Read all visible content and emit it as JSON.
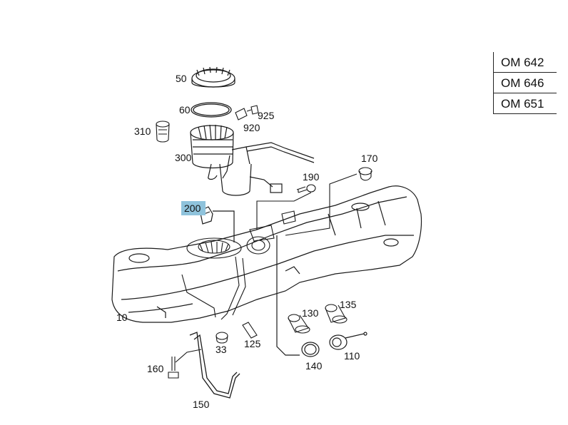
{
  "engine_options": [
    {
      "code": "OM 642"
    },
    {
      "code": "OM 646"
    },
    {
      "code": "OM 651"
    }
  ],
  "parts": [
    {
      "id": "p50",
      "number": "50"
    },
    {
      "id": "p60",
      "number": "60"
    },
    {
      "id": "p925",
      "number": "925"
    },
    {
      "id": "p920",
      "number": "920"
    },
    {
      "id": "p310",
      "number": "310"
    },
    {
      "id": "p300",
      "number": "300"
    },
    {
      "id": "p170",
      "number": "170"
    },
    {
      "id": "p190",
      "number": "190"
    },
    {
      "id": "p200",
      "number": "200",
      "highlighted": true
    },
    {
      "id": "p10",
      "number": "10"
    },
    {
      "id": "p130",
      "number": "130"
    },
    {
      "id": "p135",
      "number": "135"
    },
    {
      "id": "p33",
      "number": "33"
    },
    {
      "id": "p125",
      "number": "125"
    },
    {
      "id": "p110",
      "number": "110"
    },
    {
      "id": "p140",
      "number": "140"
    },
    {
      "id": "p160",
      "number": "160"
    },
    {
      "id": "p150",
      "number": "150"
    }
  ],
  "colors": {
    "line": "#1a1a1a",
    "highlight": "#8fc3dc",
    "background": "#ffffff"
  }
}
